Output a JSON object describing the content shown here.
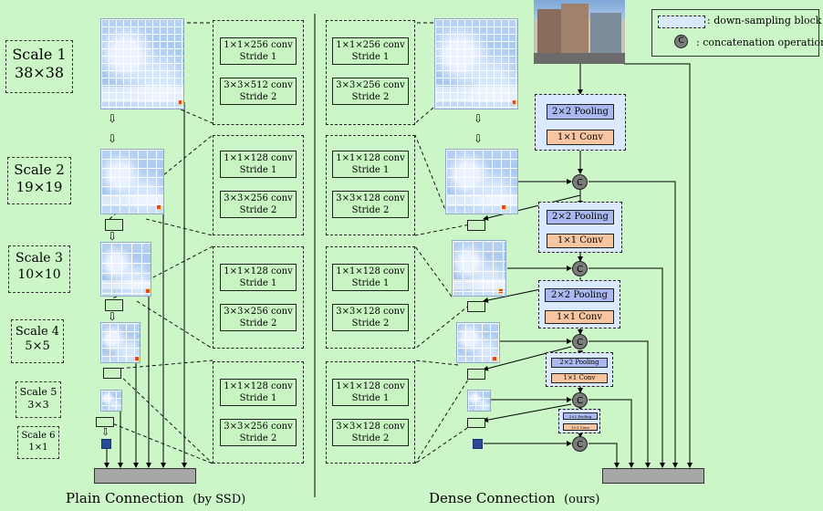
{
  "plain_scales": [
    {
      "name": "Scale 1",
      "size": "38×38"
    },
    {
      "name": "Scale 2",
      "size": "19×19"
    },
    {
      "name": "Scale 3",
      "size": "10×10"
    },
    {
      "name": "Scale 4",
      "size": "5×5"
    },
    {
      "name": "Scale 5",
      "size": "3×3"
    },
    {
      "name": "Scale 6",
      "size": "1×1"
    }
  ],
  "plain_groups": [
    [
      {
        "op": "1×1×256 conv",
        "stride": "Stride 1"
      },
      {
        "op": "3×3×512 conv",
        "stride": "Stride 2"
      }
    ],
    [
      {
        "op": "1×1×128 conv",
        "stride": "Stride 1"
      },
      {
        "op": "3×3×256 conv",
        "stride": "Stride 2"
      }
    ],
    [
      {
        "op": "1×1×128 conv",
        "stride": "Stride 1"
      },
      {
        "op": "3×3×256 conv",
        "stride": "Stride 2"
      }
    ],
    [
      {
        "op": "1×1×128 conv",
        "stride": "Stride 1"
      },
      {
        "op": "3×3×256 conv",
        "stride": "Stride 2"
      }
    ]
  ],
  "dense_groups": [
    [
      {
        "op": "1×1×256 conv",
        "stride": "Stride 1"
      },
      {
        "op": "3×3×256 conv",
        "stride": "Stride 2"
      }
    ],
    [
      {
        "op": "1×1×128 conv",
        "stride": "Stride 1"
      },
      {
        "op": "3×3×128 conv",
        "stride": "Stride 2"
      }
    ],
    [
      {
        "op": "1×1×128 conv",
        "stride": "Stride 1"
      },
      {
        "op": "3×3×128 conv",
        "stride": "Stride 2"
      }
    ],
    [
      {
        "op": "1×1×128 conv",
        "stride": "Stride 1"
      },
      {
        "op": "3×3×128 conv",
        "stride": "Stride 2"
      }
    ]
  ],
  "downsampling": {
    "pool": "2×2 Pooling",
    "conv": "1×1 Conv"
  },
  "concat_symbol": "C",
  "legend": {
    "block_label": ": down-sampling block",
    "concat_label": ": concatenation operation",
    "concat_symbol": "C"
  },
  "captions": {
    "plain": "Plain Connection",
    "plain_note": "(by SSD)",
    "dense": "Dense Connection",
    "dense_note": "(ours)"
  }
}
